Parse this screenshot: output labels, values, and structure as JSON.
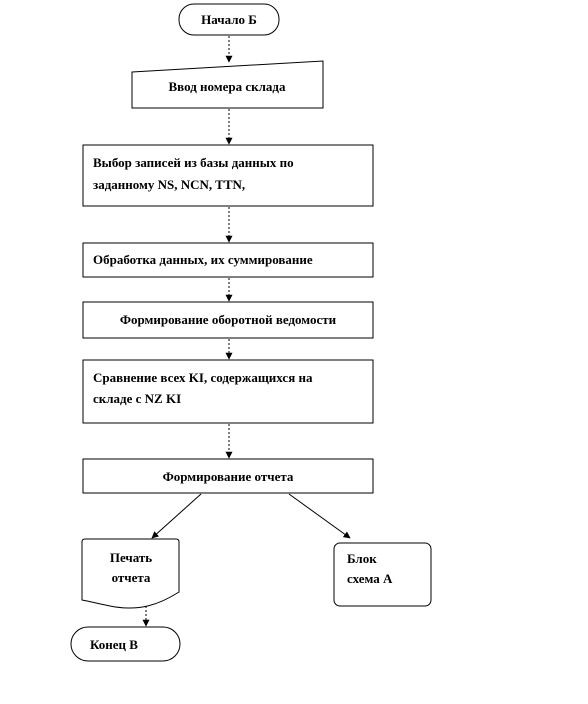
{
  "flowchart": {
    "start": "Начало Б",
    "input": "Ввод номера склада",
    "select_line1": "Выбор записей из базы данных по",
    "select_line2": "заданному NS, NCN, TTN,",
    "process": "Обработка данных, их суммирование",
    "form_statement": "Формирование оборотной ведомости",
    "compare_line1": "Сравнение всех KI, содержащихся  на",
    "compare_line2": "складе с NZ KI",
    "form_report": "Формирование отчета",
    "print_line1": "Печать",
    "print_line2": "отчета",
    "block_line1": "Блок",
    "block_line2": "схема А",
    "end": "Конец В"
  }
}
